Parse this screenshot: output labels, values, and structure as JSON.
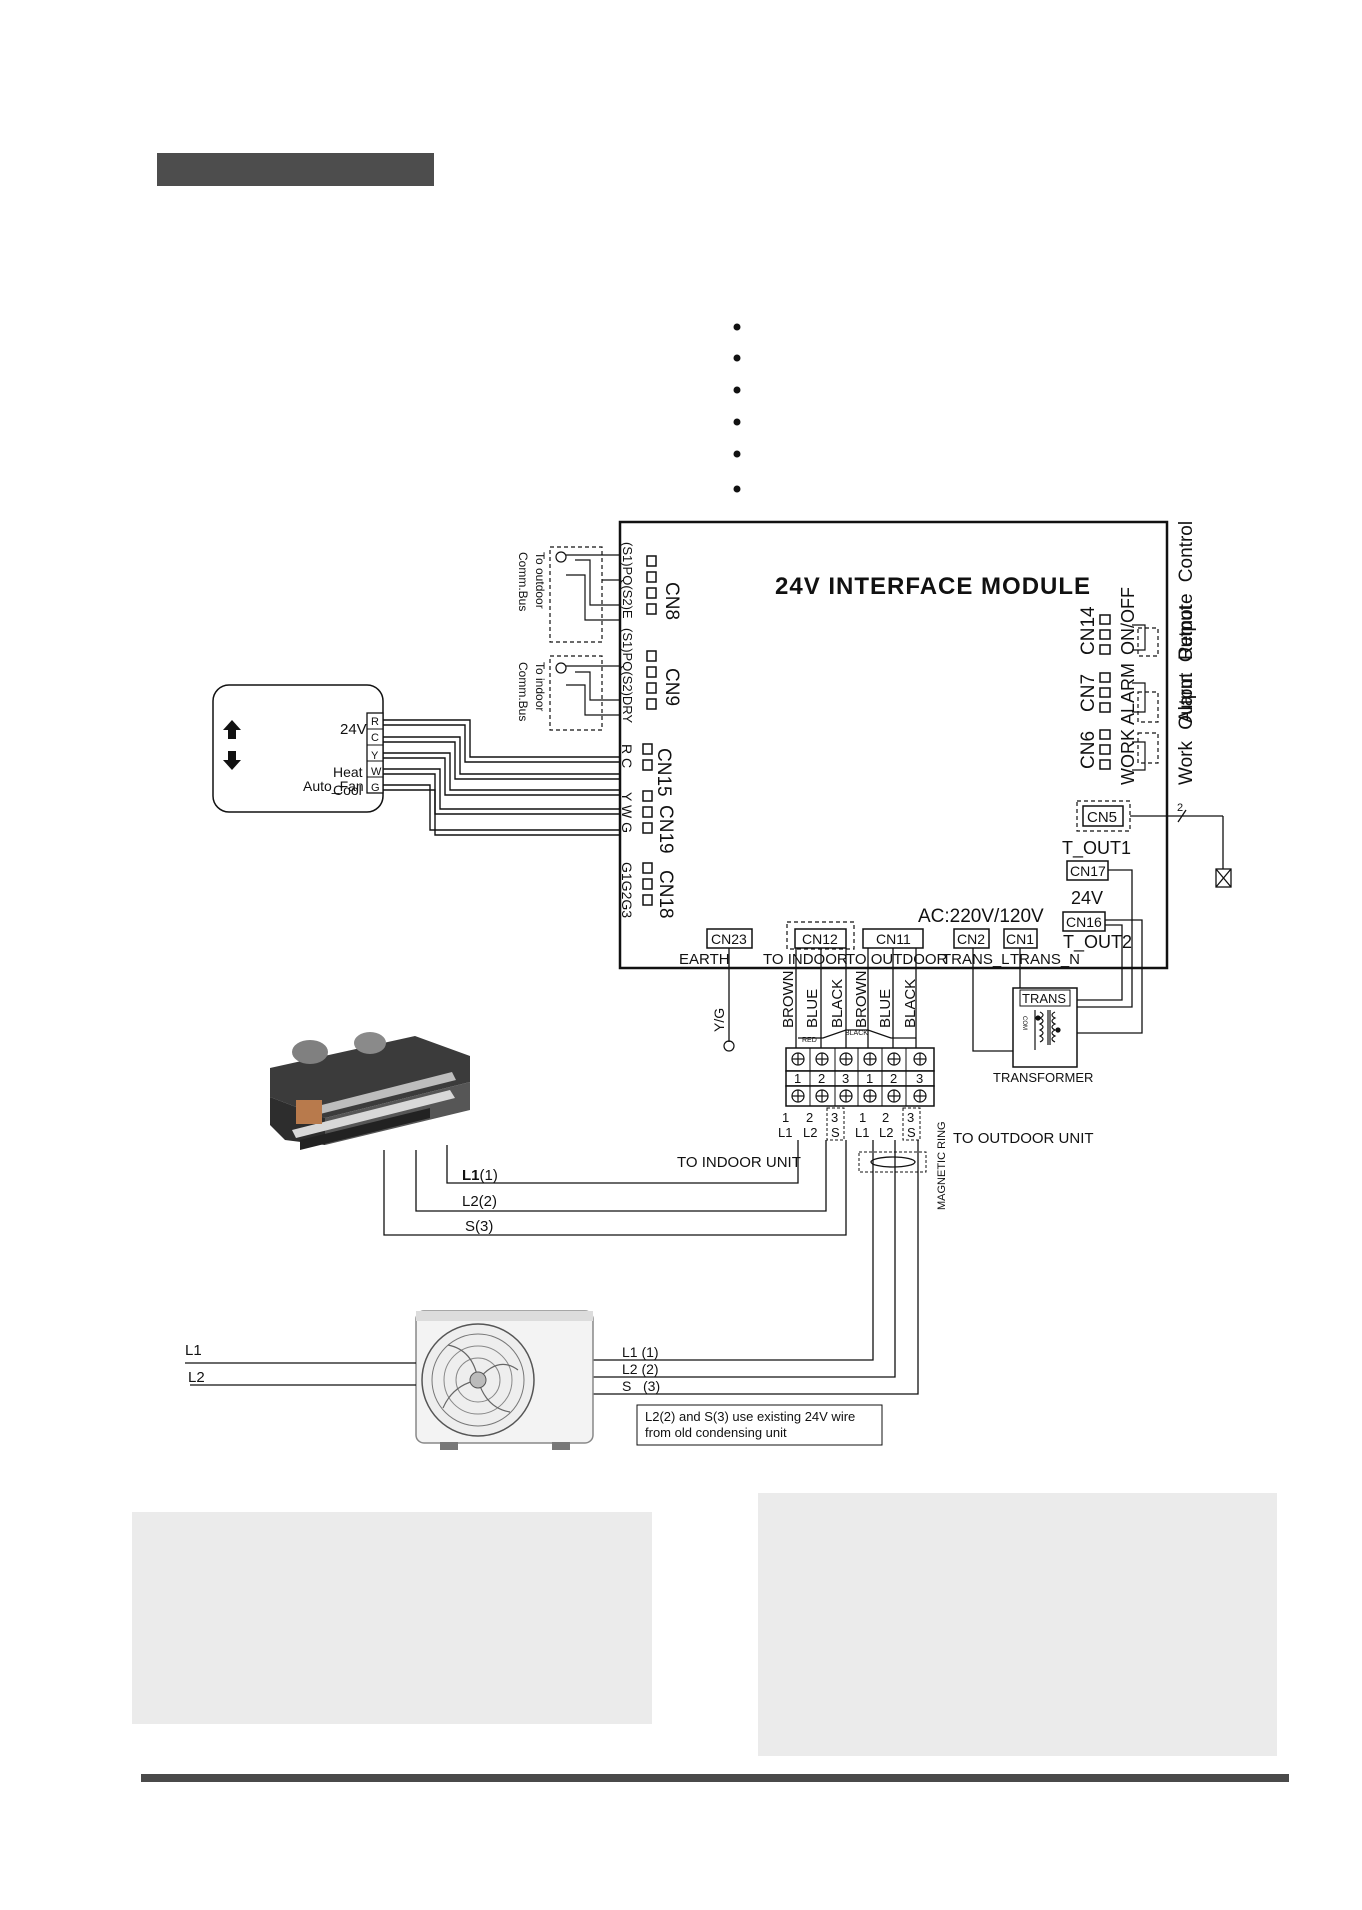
{
  "module": {
    "title": "24V INTERFACE MODULE",
    "ac_label": "AC:220V/120V",
    "label_24v": "24V",
    "connectors": {
      "cn8": "CN8",
      "cn9": "CN9",
      "cn15": "CN15",
      "cn19": "CN19",
      "cn18": "CN18",
      "cn14": "CN14",
      "cn7": "CN7",
      "cn6": "CN6",
      "cn5": "CN5",
      "cn17": "CN17",
      "cn16": "CN16",
      "cn23": "CN23",
      "cn12": "CN12",
      "cn11": "CN11",
      "cn2": "CN2",
      "cn1": "CN1"
    },
    "pin_labels": {
      "cn8": "(S1)PQ(S2)E",
      "cn9": "(S1)PQ(S2)DRY",
      "cn15": "R C",
      "cn19": "Y W G",
      "cn18": "G1G2G3",
      "cn14": "ON/OFF",
      "cn7": "ALARM",
      "cn6": "WORK"
    },
    "outputs": {
      "remote": "Remote Control",
      "alarm": "Alarm Output",
      "work": "Work Output"
    },
    "t_out1": "T_OUT1",
    "t_out2": "T_OUT2",
    "bottom_labels": {
      "earth": "EARTH",
      "to_indoor": "TO INDOOR",
      "to_outdoor": "TO OUTDOOR",
      "trans_l": "TRANS_L",
      "trans_n": "TRANS_N"
    },
    "cn5_wire": "2"
  },
  "comm": {
    "outdoor": [
      "To outdoor",
      "Comm.Bus"
    ],
    "indoor": [
      "To indoor",
      "Comm.Bus"
    ]
  },
  "thermostat": {
    "label_24v": "24V",
    "cool": "Cool",
    "heat": "Heat",
    "auto_fan": "Auto_Fan",
    "terminals": [
      "R",
      "C",
      "Y",
      "W",
      "G"
    ]
  },
  "wires": {
    "left": [
      "BROWN",
      "BLUE",
      "BLACK"
    ],
    "right": [
      "BROWN",
      "BLUE",
      "BLACK"
    ],
    "red": "RED",
    "black_small": "BLACK",
    "yg": "Y/G"
  },
  "terminal_block": {
    "numbers": [
      "1",
      "2",
      "3",
      "1",
      "2",
      "3"
    ],
    "bottom_numbers": [
      "1",
      "2",
      "3",
      "1",
      "2",
      "3"
    ],
    "bottom_names": [
      "L1",
      "L2",
      "S",
      "L1",
      "L2",
      "S"
    ]
  },
  "transformer": {
    "box_label": "TRANS",
    "com": "COM",
    "caption": "TRANSFORMER"
  },
  "labels": {
    "to_outdoor_unit": "TO OUTDOOR UNIT",
    "to_indoor_unit": "TO INDOOR UNIT",
    "magnetic_ring": "MAGNETIC RING",
    "l1_1_bold": "L1",
    "l1_1_num": "(1)",
    "l2_2": "L2(2)",
    "s_3": "S(3)",
    "power_l1": "L1",
    "power_l2": "L2",
    "out_l1": "L1 (1)",
    "out_l2": "L2 (2)",
    "out_s": "S   (3)",
    "note": [
      "L2(2) and S(3) use existing 24V wire",
      "from old condensing unit"
    ]
  },
  "colors": {
    "line": "#111111",
    "header_bar": "#4d4d4d",
    "note_box": "#ebebeb",
    "footer_bar": "#4a4a4a",
    "unit_body": "#f2f2f2"
  }
}
